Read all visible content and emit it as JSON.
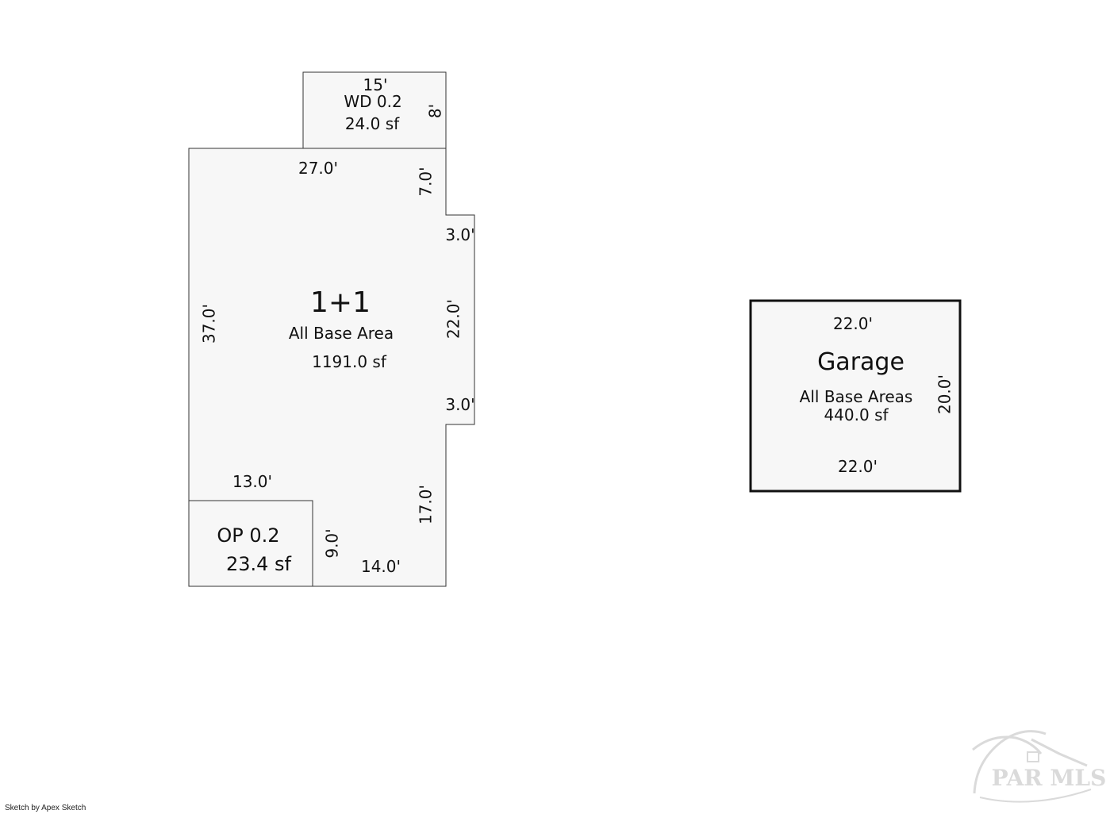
{
  "main_area": {
    "title": "1+1",
    "subtitle": "All Base Area",
    "area": "1191.0 sf",
    "dim_top": "27.0'",
    "dim_left": "37.0'",
    "dim_right_upper": "7.0'",
    "dim_bump_top": "3.0'",
    "dim_bump_side": "22.0'",
    "dim_bump_bottom": "3.0'",
    "dim_right_lower": "17.0'",
    "dim_cut_top": "13.0'",
    "dim_cut_side": "9.0'",
    "dim_bottom": "14.0'"
  },
  "deck": {
    "dim_top": "15'",
    "title": "WD 0.2",
    "area": "24.0 sf",
    "dim_side": "8'"
  },
  "porch": {
    "title": "OP 0.2",
    "area": "23.4 sf"
  },
  "garage": {
    "title": "Garage",
    "subtitle": "All Base Areas",
    "area": "440.0 sf",
    "dim_top": "22.0'",
    "dim_side": "20.0'",
    "dim_bottom": "22.0'"
  },
  "footer": {
    "credit": "Sketch by Apex Sketch",
    "watermark": "PAR MLS"
  },
  "colors": {
    "fill": "#f7f7f7",
    "stroke": "#333333",
    "text": "#111111",
    "watermark": "#d6d6d6"
  }
}
